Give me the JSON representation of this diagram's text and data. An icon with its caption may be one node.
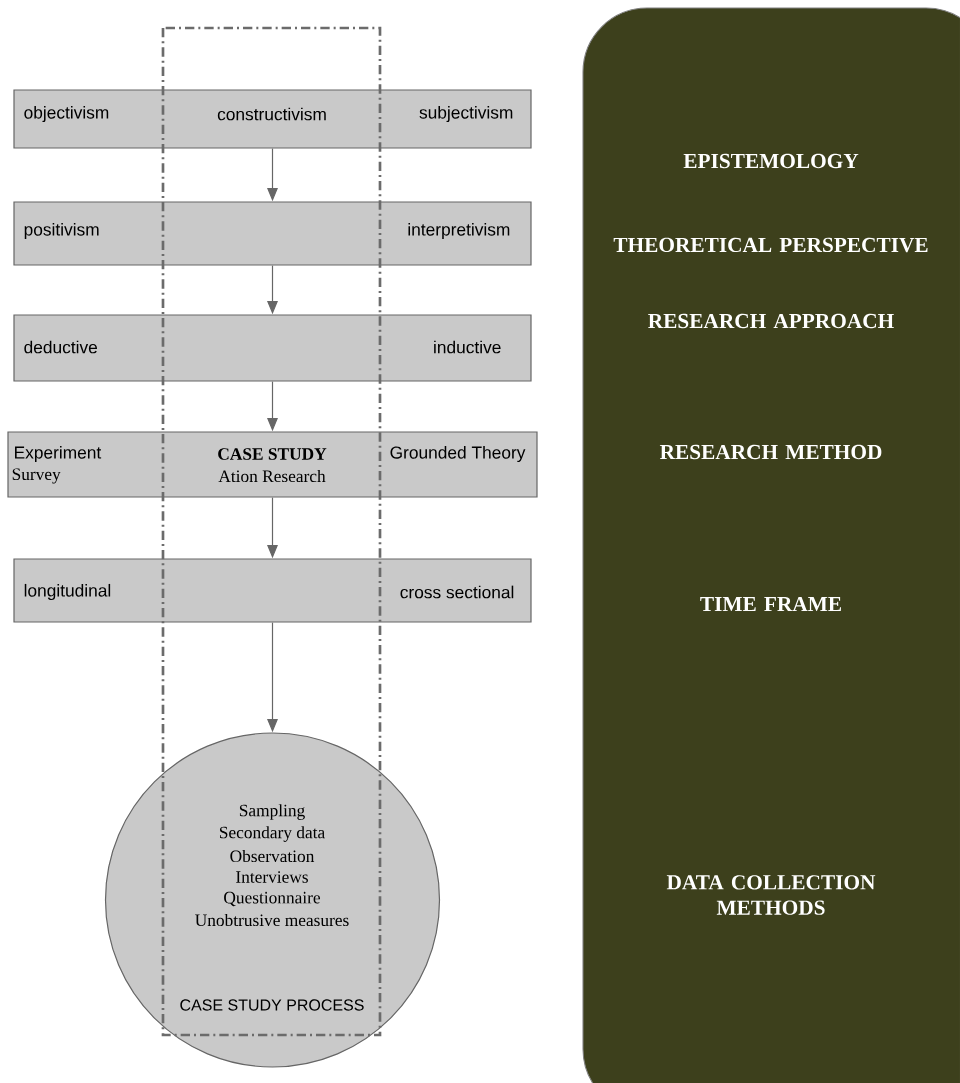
{
  "diagram": {
    "nodes": [
      {
        "text": [
          "objectivism",
          "constructivism",
          "subjectivism"
        ]
      },
      {
        "text": [
          "positivism",
          "interpretivism"
        ]
      },
      {
        "text": [
          "deductive",
          "inductive"
        ]
      },
      {
        "text": [
          "Experiment",
          "Survey",
          "CASE STUDY",
          "Ation Research",
          "Grounded Theory"
        ]
      },
      {
        "text": [
          "longitudinal",
          "cross sectional"
        ]
      },
      {
        "text": [
          "Sampling",
          "Secondary data",
          "Observation",
          "Interviews",
          "Questionnaire",
          "Unobtrusive measures"
        ]
      },
      {
        "text": [
          "EPISTEMOLOGY",
          "THEORETICAL PERSPECTIVE",
          "RESEARCH APPROACH",
          "RESEARCH METHOD",
          "TIME FRAME",
          "DATA COLLECTION METHODS"
        ]
      }
    ],
    "labels": [
      "CASE STUDY PROCESS"
    ],
    "edges": [
      {
        "from": 0,
        "to": 1,
        "arrow": "to"
      },
      {
        "from": 1,
        "to": 2,
        "arrow": "to"
      },
      {
        "from": 2,
        "to": 3,
        "arrow": "to"
      },
      {
        "from": 3,
        "to": 4,
        "arrow": "to"
      },
      {
        "from": 4,
        "to": 5,
        "arrow": "to"
      }
    ]
  }
}
